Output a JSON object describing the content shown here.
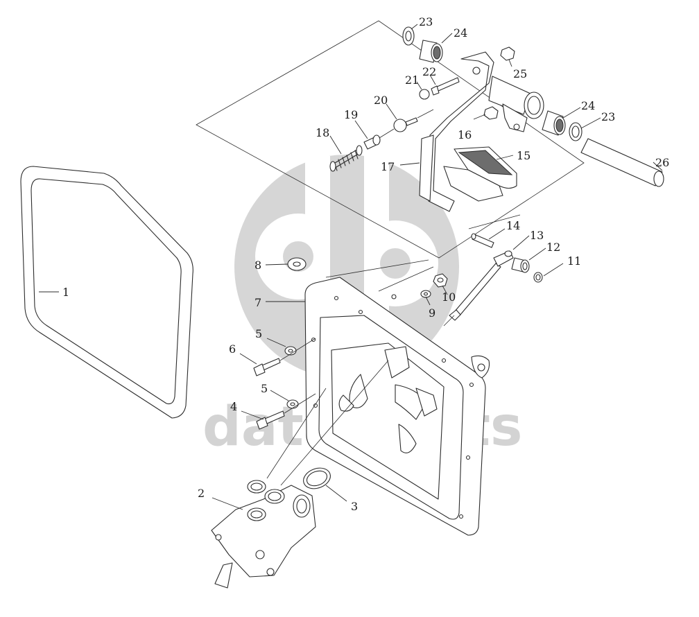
{
  "watermark": {
    "text": "data-parts",
    "color": "#cfcfcf"
  },
  "callouts": [
    {
      "id": "1",
      "text": "1"
    },
    {
      "id": "2",
      "text": "2"
    },
    {
      "id": "3",
      "text": "3"
    },
    {
      "id": "4",
      "text": "4"
    },
    {
      "id": "5a",
      "text": "5"
    },
    {
      "id": "5b",
      "text": "5"
    },
    {
      "id": "6",
      "text": "6"
    },
    {
      "id": "7",
      "text": "7"
    },
    {
      "id": "8",
      "text": "8"
    },
    {
      "id": "9",
      "text": "9"
    },
    {
      "id": "10",
      "text": "10"
    },
    {
      "id": "11",
      "text": "11"
    },
    {
      "id": "12",
      "text": "12"
    },
    {
      "id": "13",
      "text": "13"
    },
    {
      "id": "14",
      "text": "14"
    },
    {
      "id": "15",
      "text": "15"
    },
    {
      "id": "16",
      "text": "16"
    },
    {
      "id": "17",
      "text": "17"
    },
    {
      "id": "18",
      "text": "18"
    },
    {
      "id": "19",
      "text": "19"
    },
    {
      "id": "20",
      "text": "20"
    },
    {
      "id": "21",
      "text": "21"
    },
    {
      "id": "22",
      "text": "22"
    },
    {
      "id": "23a",
      "text": "23"
    },
    {
      "id": "23b",
      "text": "23"
    },
    {
      "id": "24a",
      "text": "24"
    },
    {
      "id": "24b",
      "text": "24"
    },
    {
      "id": "25",
      "text": "25"
    },
    {
      "id": "26",
      "text": "26"
    }
  ]
}
